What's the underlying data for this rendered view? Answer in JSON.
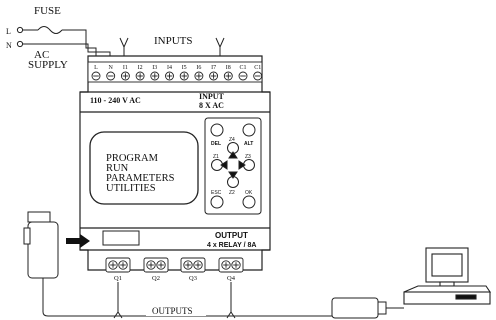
{
  "supply": {
    "fuse_label": "FUSE",
    "line_l": "L",
    "line_n": "N",
    "ac_label": "AC",
    "supply_label": "SUPPLY"
  },
  "inputs_label": "INPUTS",
  "terminals": [
    "L",
    "N",
    "I1",
    "I2",
    "I3",
    "I4",
    "I5",
    "I6",
    "I7",
    "I8",
    "C1",
    "C1"
  ],
  "device": {
    "voltage_label": "110 - 240 V AC",
    "input_spec_line1": "INPUT",
    "input_spec_line2": "8 X AC",
    "output_spec_line1": "OUTPUT",
    "output_spec_line2": "4 x RELAY / 8A"
  },
  "lcd_menu": [
    "PROGRAM",
    "RUN",
    "PARAMETERS",
    "UTILITIES"
  ],
  "keypad": {
    "del": "DEL",
    "alt": "ALT",
    "z4": "Z4",
    "z1": "Z1",
    "z3": "Z3",
    "esc": "ESC",
    "ok": "OK",
    "z2": "Z2"
  },
  "outputs": [
    "Q1",
    "Q2",
    "Q3",
    "Q4"
  ],
  "outputs_label": "OUTPUTS"
}
